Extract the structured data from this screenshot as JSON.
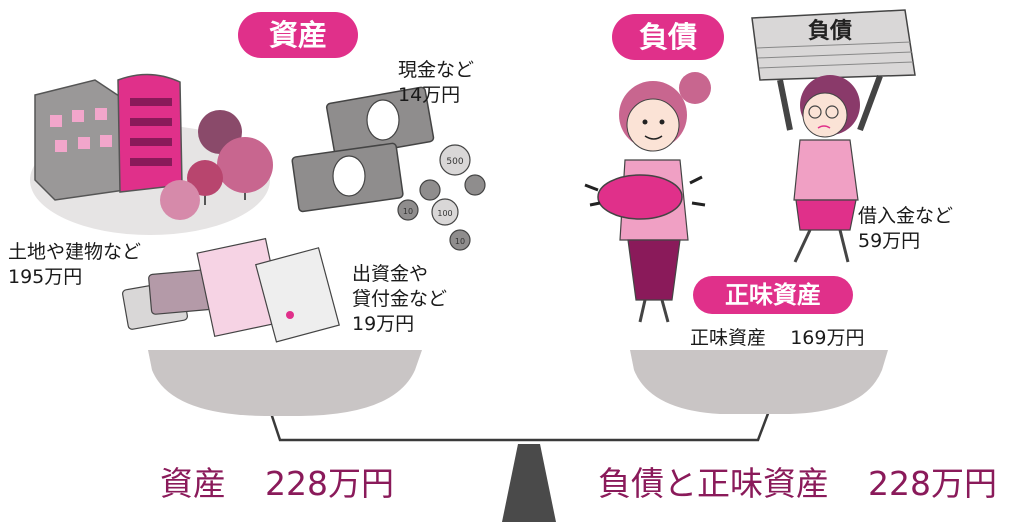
{
  "headers": {
    "assets": "資産",
    "liabilities": "負債",
    "net_worth": "正味資産"
  },
  "document_label": "負債",
  "items": {
    "cash": {
      "name": "現金など",
      "amount": "14万円"
    },
    "land": {
      "name": "土地や建物など",
      "amount": "195万円"
    },
    "investments": {
      "line1": "出資金や",
      "line2": "貸付金など",
      "amount": "19万円"
    },
    "loans": {
      "name": "借入金など",
      "amount": "59万円"
    },
    "net_worth": {
      "name": "正味資産",
      "amount": "169万円"
    }
  },
  "coins": [
    "500",
    "100",
    "10",
    "10"
  ],
  "totals": {
    "left_label": "資産",
    "left_amount": "228万円",
    "right_label": "負債と正味資産",
    "right_amount": "228万円"
  },
  "colors": {
    "accent": "#e0308a",
    "total_text": "#8a1a5a",
    "scale": "#c9c5c5",
    "beam": "#3a3a3a"
  }
}
